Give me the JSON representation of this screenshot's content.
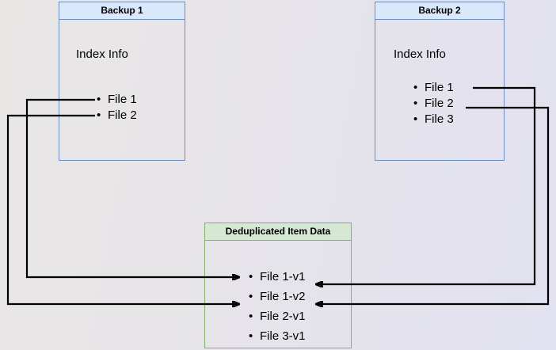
{
  "diagram": {
    "title_hidden": "",
    "colors": {
      "backup_border": "#6c8ebf",
      "backup_header_fill": "#dae8fc",
      "dedup_border": "#82b366",
      "dedup_header_fill": "#d5e8d4",
      "connector": "#000000",
      "background_left": "#e9e6e6",
      "background_right": "#e2e2f0"
    },
    "boxes": [
      {
        "id": "backup1",
        "header": "Backup 1",
        "body_label": "Index Info",
        "items": [
          "File 1",
          "File 2"
        ]
      },
      {
        "id": "backup2",
        "header": "Backup 2",
        "body_label": "Index Info",
        "items": [
          "File 1",
          "File 2",
          "File 3"
        ]
      },
      {
        "id": "dedup",
        "header": "Deduplicated Item Data",
        "body_label": "",
        "items": [
          "File 1-v1",
          "File 1-v2",
          "File 2-v1",
          "File 3-v1"
        ]
      }
    ],
    "connections": [
      {
        "from": "backup1.File 1",
        "to": "dedup.File 1-v1",
        "route": "left"
      },
      {
        "from": "backup1.File 2",
        "to": "dedup.File 2-v1",
        "route": "left"
      },
      {
        "from": "backup2.File 1",
        "to": "dedup.File 1-v2",
        "route": "right"
      },
      {
        "from": "backup2.File 2",
        "to": "dedup.File 2-v1",
        "route": "right"
      }
    ]
  }
}
